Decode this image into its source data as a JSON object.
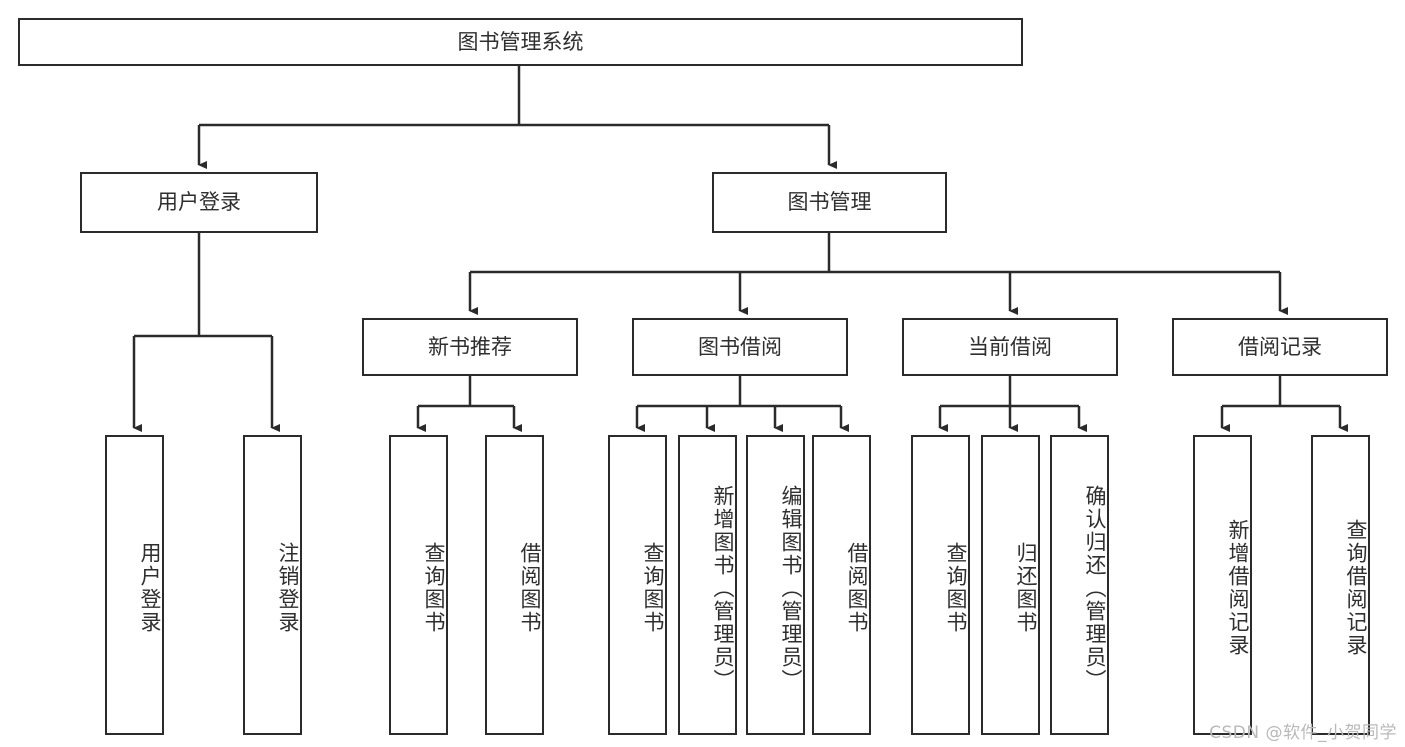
{
  "diagram": {
    "title": "图书管理系统",
    "type": "tree",
    "root": {
      "label": "图书管理系统"
    },
    "level2": [
      {
        "label": "用户登录"
      },
      {
        "label": "图书管理"
      }
    ],
    "level3": [
      {
        "label": "新书推荐"
      },
      {
        "label": "图书借阅"
      },
      {
        "label": "当前借阅"
      },
      {
        "label": "借阅记录"
      }
    ],
    "leaves": {
      "user_login": [
        {
          "label": "用户登录"
        },
        {
          "label": "注销登录"
        }
      ],
      "new_book": [
        {
          "label": "查询图书"
        },
        {
          "label": "借阅图书"
        }
      ],
      "book_borrow": [
        {
          "label": "查询图书"
        },
        {
          "label": "新增图书（管理员）"
        },
        {
          "label": "编辑图书（管理员）"
        },
        {
          "label": "借阅图书"
        }
      ],
      "current_borrow": [
        {
          "label": "查询图书"
        },
        {
          "label": "归还图书"
        },
        {
          "label": "确认归还（管理员）"
        }
      ],
      "borrow_record": [
        {
          "label": "新增借阅记录"
        },
        {
          "label": "查询借阅记录"
        }
      ]
    }
  },
  "watermark": {
    "text": "CSDN @软件_小贺同学"
  },
  "colors": {
    "stroke": "#2b2b2b",
    "text": "#2f2f2f",
    "background": "#ffffff",
    "watermark": "#b9b9b9"
  }
}
